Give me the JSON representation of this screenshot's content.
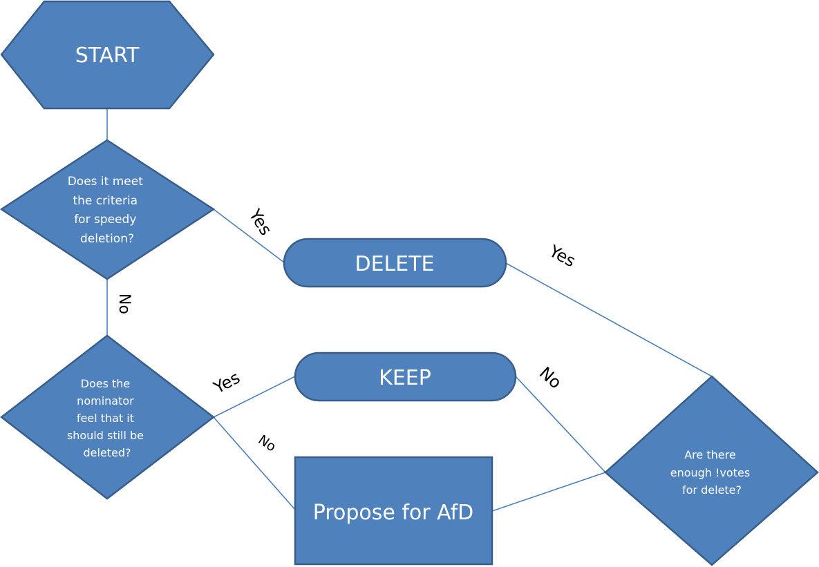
{
  "nodes": {
    "start": "START",
    "speedy_question": [
      "Does it meet",
      "the criteria",
      "for speedy",
      "deletion?"
    ],
    "delete": "DELETE",
    "nominator_question": [
      "Does the",
      "nominator",
      "feel that it",
      "should still be",
      "deleted?"
    ],
    "keep": "KEEP",
    "propose": "Propose for AfD",
    "votes_question": [
      "Are there",
      "enough !votes",
      "for delete?"
    ]
  },
  "edge_labels": {
    "speedy_yes": "Yes",
    "speedy_no": "No",
    "nominator_yes": "Yes",
    "nominator_no": "No",
    "votes_yes": "Yes",
    "votes_no": "No"
  },
  "colors": {
    "shape_fill": "#4f81bd",
    "shape_stroke": "#385d8a",
    "connector": "#4a7ebb"
  }
}
